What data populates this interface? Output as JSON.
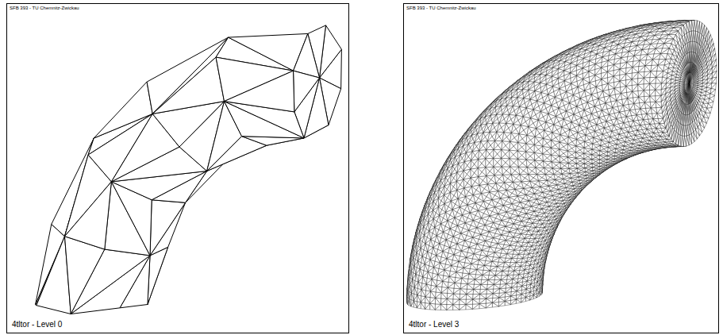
{
  "diagram": {
    "nodes": [
      {
        "text": [
          "SFB 393 - TU Chemnitz-Zwickau",
          "4tltor - Level 0"
        ]
      },
      {
        "text": [
          "SFB 393 - TU Chemnitz-Zwickau",
          "4tltor - Level 3"
        ]
      }
    ]
  }
}
